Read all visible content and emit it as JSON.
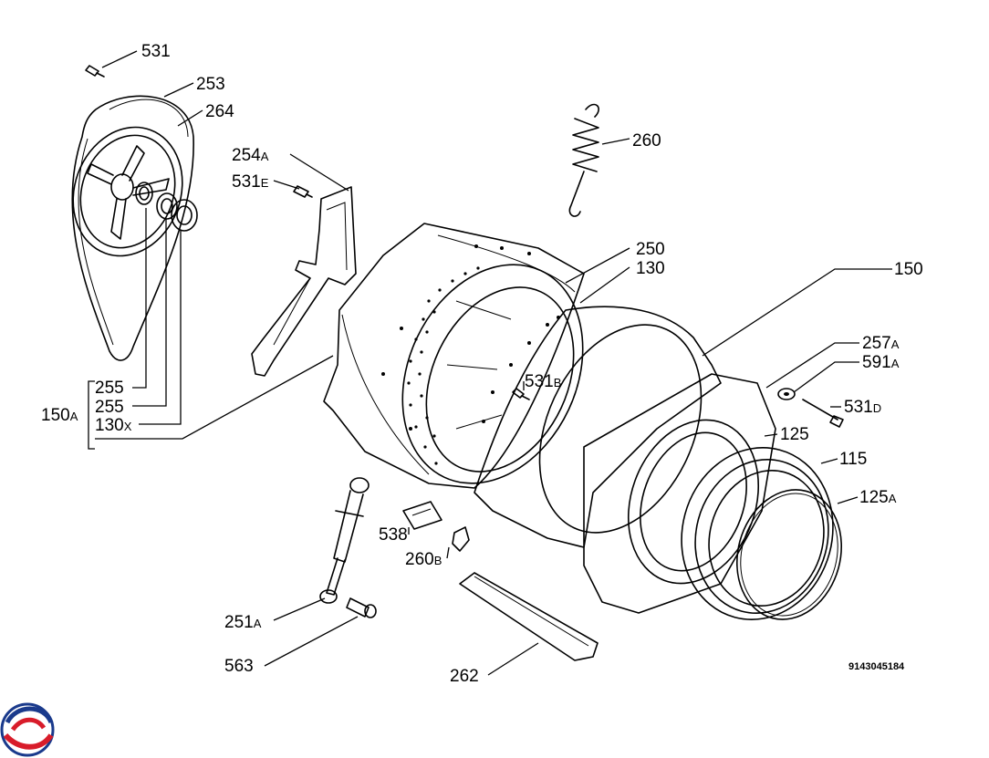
{
  "diagram": {
    "document_number": "9143045184",
    "callouts": [
      {
        "id": "c531",
        "main": "531",
        "sub": ""
      },
      {
        "id": "c253",
        "main": "253",
        "sub": ""
      },
      {
        "id": "c264",
        "main": "264",
        "sub": ""
      },
      {
        "id": "c254a",
        "main": "254",
        "sub": "A"
      },
      {
        "id": "c531e",
        "main": "531",
        "sub": "E"
      },
      {
        "id": "c260",
        "main": "260",
        "sub": ""
      },
      {
        "id": "c250",
        "main": "250",
        "sub": ""
      },
      {
        "id": "c130",
        "main": "130",
        "sub": ""
      },
      {
        "id": "c150",
        "main": "150",
        "sub": ""
      },
      {
        "id": "c257a",
        "main": "257",
        "sub": "A"
      },
      {
        "id": "c591a",
        "main": "591",
        "sub": "A"
      },
      {
        "id": "c531b",
        "main": "531",
        "sub": "B"
      },
      {
        "id": "c531d",
        "main": "531",
        "sub": "D"
      },
      {
        "id": "c125",
        "main": "125",
        "sub": ""
      },
      {
        "id": "c115",
        "main": "115",
        "sub": ""
      },
      {
        "id": "c125a",
        "main": "125",
        "sub": "A"
      },
      {
        "id": "c255a",
        "main": "255",
        "sub": ""
      },
      {
        "id": "c255b",
        "main": "255",
        "sub": ""
      },
      {
        "id": "c130x",
        "main": "130",
        "sub": "X"
      },
      {
        "id": "c150a",
        "main": "150",
        "sub": "A"
      },
      {
        "id": "c538",
        "main": "538",
        "sub": ""
      },
      {
        "id": "c260b",
        "main": "260",
        "sub": "B"
      },
      {
        "id": "c251a",
        "main": "251",
        "sub": "A"
      },
      {
        "id": "c563",
        "main": "563",
        "sub": ""
      },
      {
        "id": "c262",
        "main": "262",
        "sub": ""
      }
    ]
  },
  "logo": {
    "name": "brand-logo"
  }
}
